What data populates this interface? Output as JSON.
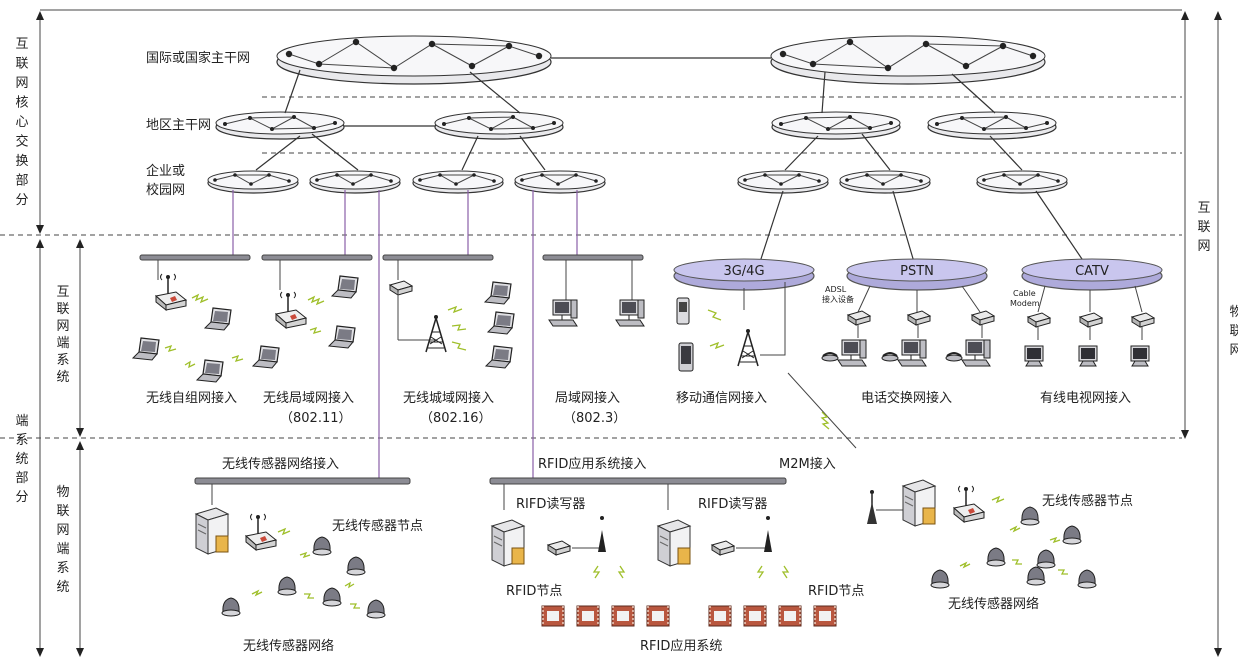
{
  "layers": {
    "core": "国际或国家主干网",
    "region": "地区主干网",
    "campus_line1": "企业或",
    "campus_line2": "校园网"
  },
  "side_labels": {
    "core_part": "互联网核心交换部分",
    "access_internet": "互联网端系统",
    "end_system_part": "端系统部分",
    "iot_end": "物联网端系统",
    "internet": "互联网",
    "iot_partial": "物联网"
  },
  "access": {
    "adhoc": "无线自组网接入",
    "wlan": "无线局域网接入",
    "wlan_std": "（802.11）",
    "wman": "无线城域网接入",
    "wman_std": "（802.16）",
    "lan": "局域网接入",
    "lan_std": "（802.3）",
    "mobile": "移动通信网接入",
    "phone": "电话交换网接入",
    "catv_access": "有线电视网接入"
  },
  "networks": {
    "mobile": "3G/4G",
    "pstn": "PSTN",
    "catv": "CATV",
    "adsl_line1": "ADSL",
    "adsl_line2": "接入设备",
    "cable_line1": "Cable",
    "cable_line2": "Modem"
  },
  "iot": {
    "wsn_access": "无线传感器网络接入",
    "rfid_access": "RFID应用系统接入",
    "m2m": "M2M接入",
    "sensor_node_left": "无线传感器节点",
    "sensor_node_right": "无线传感器节点",
    "wsn_left": "无线传感器网络",
    "wsn_right": "无线传感器网络",
    "rfid_reader_1": "RIFD读写器",
    "rfid_reader_2": "RIFD读写器",
    "rfid_node_1": "RFID节点",
    "rfid_node_2": "RFID节点",
    "rfid_system": "RFID应用系统"
  },
  "icons": [
    "router-ring-icon",
    "laptop-icon",
    "wireless-router-icon",
    "antenna-tower-icon",
    "desktop-pc-icon",
    "server-icon",
    "sensor-node-icon",
    "rfid-tag-icon",
    "mobile-phone-icon",
    "telephone-icon",
    "modem-icon"
  ],
  "colors": {
    "network_ellipse": "#aeaadb",
    "wireless_link": "#9fbf2a",
    "rfid_tag": "#b9573f",
    "drop_line": "#8a5fa8"
  }
}
